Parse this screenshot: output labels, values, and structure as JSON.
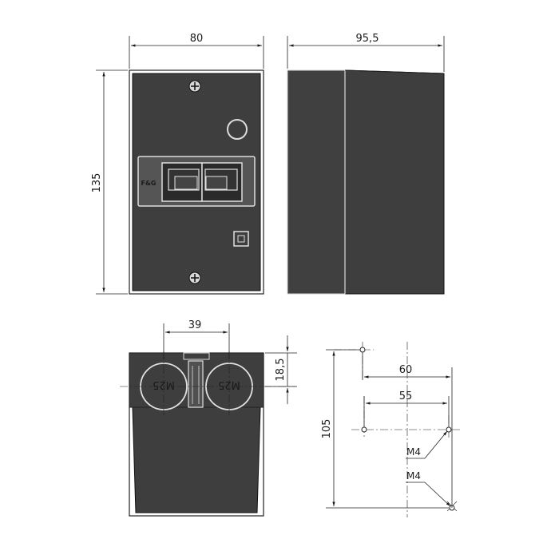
{
  "dimensions": {
    "front_width": "80",
    "side_depth": "95,5",
    "front_height": "135",
    "gland_spacing": "39",
    "gland_offset": "18,5",
    "mount_height": "105",
    "mount_width_outer": "60",
    "mount_width_inner": "55"
  },
  "labels": {
    "brand": "F&G",
    "gland_left": "M25",
    "gland_right": "M25",
    "screw_upper": "M4",
    "screw_lower": "M4"
  }
}
